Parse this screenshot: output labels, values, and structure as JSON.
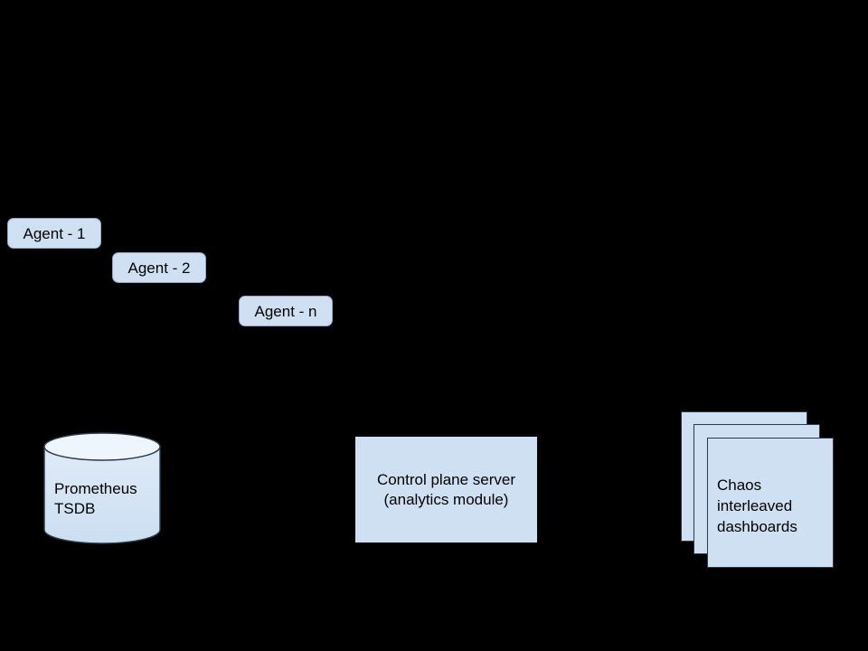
{
  "diagram": {
    "background_color": "#000000",
    "node_fill": "#cfe0f3",
    "node_stroke": "#6b8aab",
    "text_color": "#000000",
    "agents": [
      {
        "label": "Agent - 1"
      },
      {
        "label": "Agent - 2"
      },
      {
        "label": "Agent - n"
      }
    ],
    "datastore": {
      "name": "prometheus-tsdb",
      "line1": "Prometheus",
      "line2": "TSDB",
      "top_fill": "#eef4fb",
      "body_fill": "#cfe0f3"
    },
    "control_plane": {
      "line1": "Control plane server",
      "line2": "(analytics module)"
    },
    "dashboards": {
      "label": "Chaos\ninterleaved\ndashboards",
      "card_count": 3
    }
  }
}
